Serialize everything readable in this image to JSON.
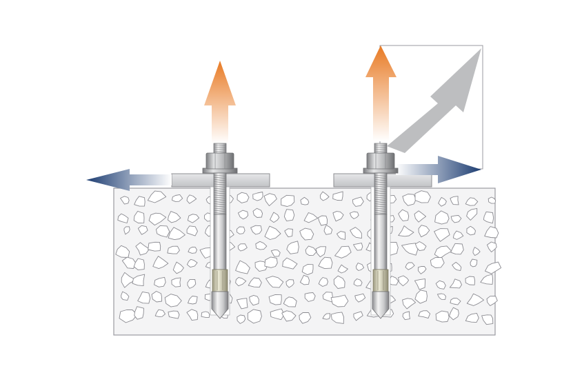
{
  "diagram": {
    "subject": "wedge-anchor-load-directions",
    "colors": {
      "background": "#ffffff",
      "concrete_fill": "#f4f4f5",
      "concrete_border": "#9a9aa0",
      "aggregate_stroke": "#8a8a90",
      "plate_fill": "#d5d6d8",
      "plate_border": "#8c8d90",
      "steel_light": "#f2f2f2",
      "steel_mid": "#c8c9cb",
      "steel_dark": "#8e8f92",
      "wedge_sleeve": "#c9c6ad",
      "tension_arrow_tip": "#e87a24",
      "tension_arrow_tail": "#ffffff",
      "shear_arrow_tip": "#1d3d72",
      "shear_arrow_tail": "#ffffff",
      "resultant_arrow": "#bdbec0",
      "resultant_box": "#9a9aa0"
    },
    "icons": [
      "tension-arrow-icon",
      "shear-arrow-icon",
      "resultant-arrow-icon",
      "anchor-bolt-icon"
    ],
    "anchors": [
      {
        "id": "left",
        "loads": [
          "tension-up",
          "shear-left"
        ]
      },
      {
        "id": "right",
        "loads": [
          "tension-up",
          "shear-right",
          "combined-resultant"
        ]
      }
    ]
  }
}
